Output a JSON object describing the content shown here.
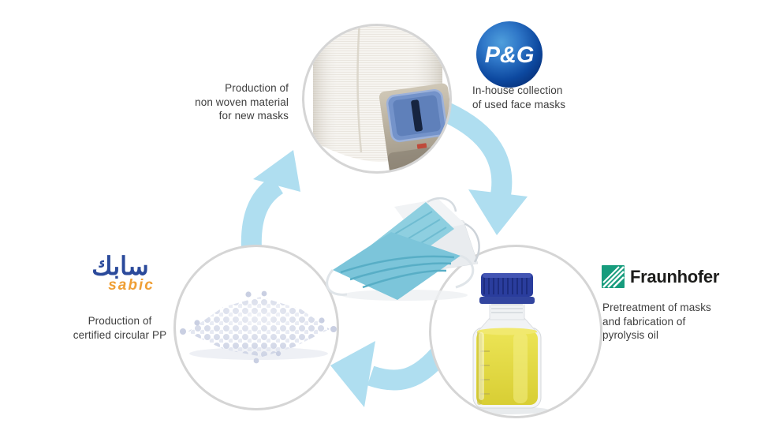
{
  "steps": {
    "nonwoven_production": {
      "caption": [
        "Production of",
        "non woven material",
        "for new masks"
      ],
      "illustration": "nonwoven-roll-and-collection-bin"
    },
    "collection": {
      "partner_logo": "P&G",
      "caption": [
        "In-house collection",
        "of used face masks"
      ]
    },
    "pretreatment": {
      "partner_logo": "Fraunhofer",
      "caption": [
        "Pretreatment of masks",
        "and fabrication of",
        "pyrolysis oil"
      ],
      "illustration": "pyrolysis-oil-bottle"
    },
    "pp_production": {
      "partner_logo_arabic": "سابك",
      "partner_logo_latin": "sabic",
      "caption": [
        "Production of",
        "certified circular PP"
      ],
      "illustration": "pp-pellets-pile"
    },
    "center": {
      "illustration": "used-face-masks-pile"
    }
  },
  "colors": {
    "arrow_blue": "#AFDEF0",
    "circle_border": "#d5d5d5",
    "pg_blue": "#0b3f96",
    "fraunhofer_green": "#179C7D",
    "sabic_blue": "#2b4a9b",
    "sabic_orange": "#ef9f35",
    "mask_blue": "#7cc5da",
    "oil_yellow": "#e2d84a",
    "bottle_cap_blue": "#2a3d9d"
  }
}
